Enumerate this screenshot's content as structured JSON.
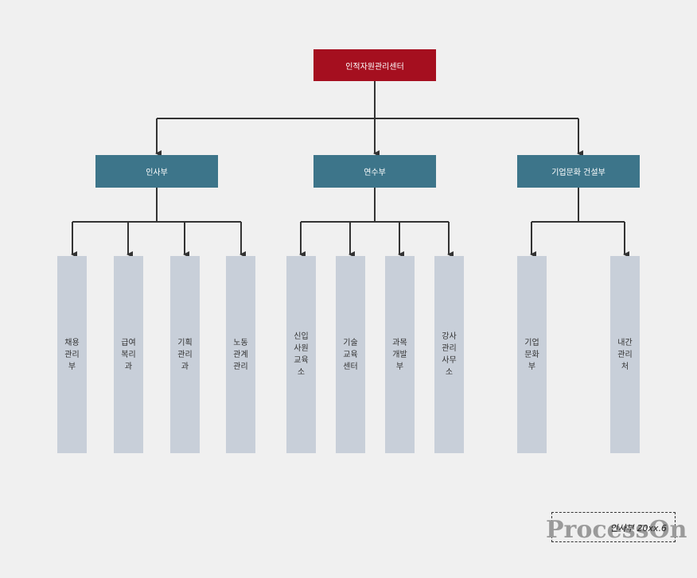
{
  "root": {
    "label": "인적자원관리센터"
  },
  "departments": [
    {
      "label": "인사부",
      "units": [
        "채용\n관리\n부",
        "급여\n복리\n과",
        "기획\n관리\n과",
        "노동\n관계\n관리"
      ]
    },
    {
      "label": "연수부",
      "units": [
        "신입\n사원\n교육\n소",
        "기술\n교육\n센터",
        "과목\n개발\n부",
        "강사\n관리\n사무\n소"
      ]
    },
    {
      "label": "기업문화 건설부",
      "units": [
        "기업\n문화\n부",
        "내간\n관리\n처"
      ]
    }
  ],
  "footer": {
    "brand": "ProcessOn",
    "note": "인사부 20xx.6"
  },
  "colors": {
    "root": "#a50f1f",
    "department": "#3d758a",
    "unit": "#c8cfd9",
    "connector": "#333333"
  }
}
